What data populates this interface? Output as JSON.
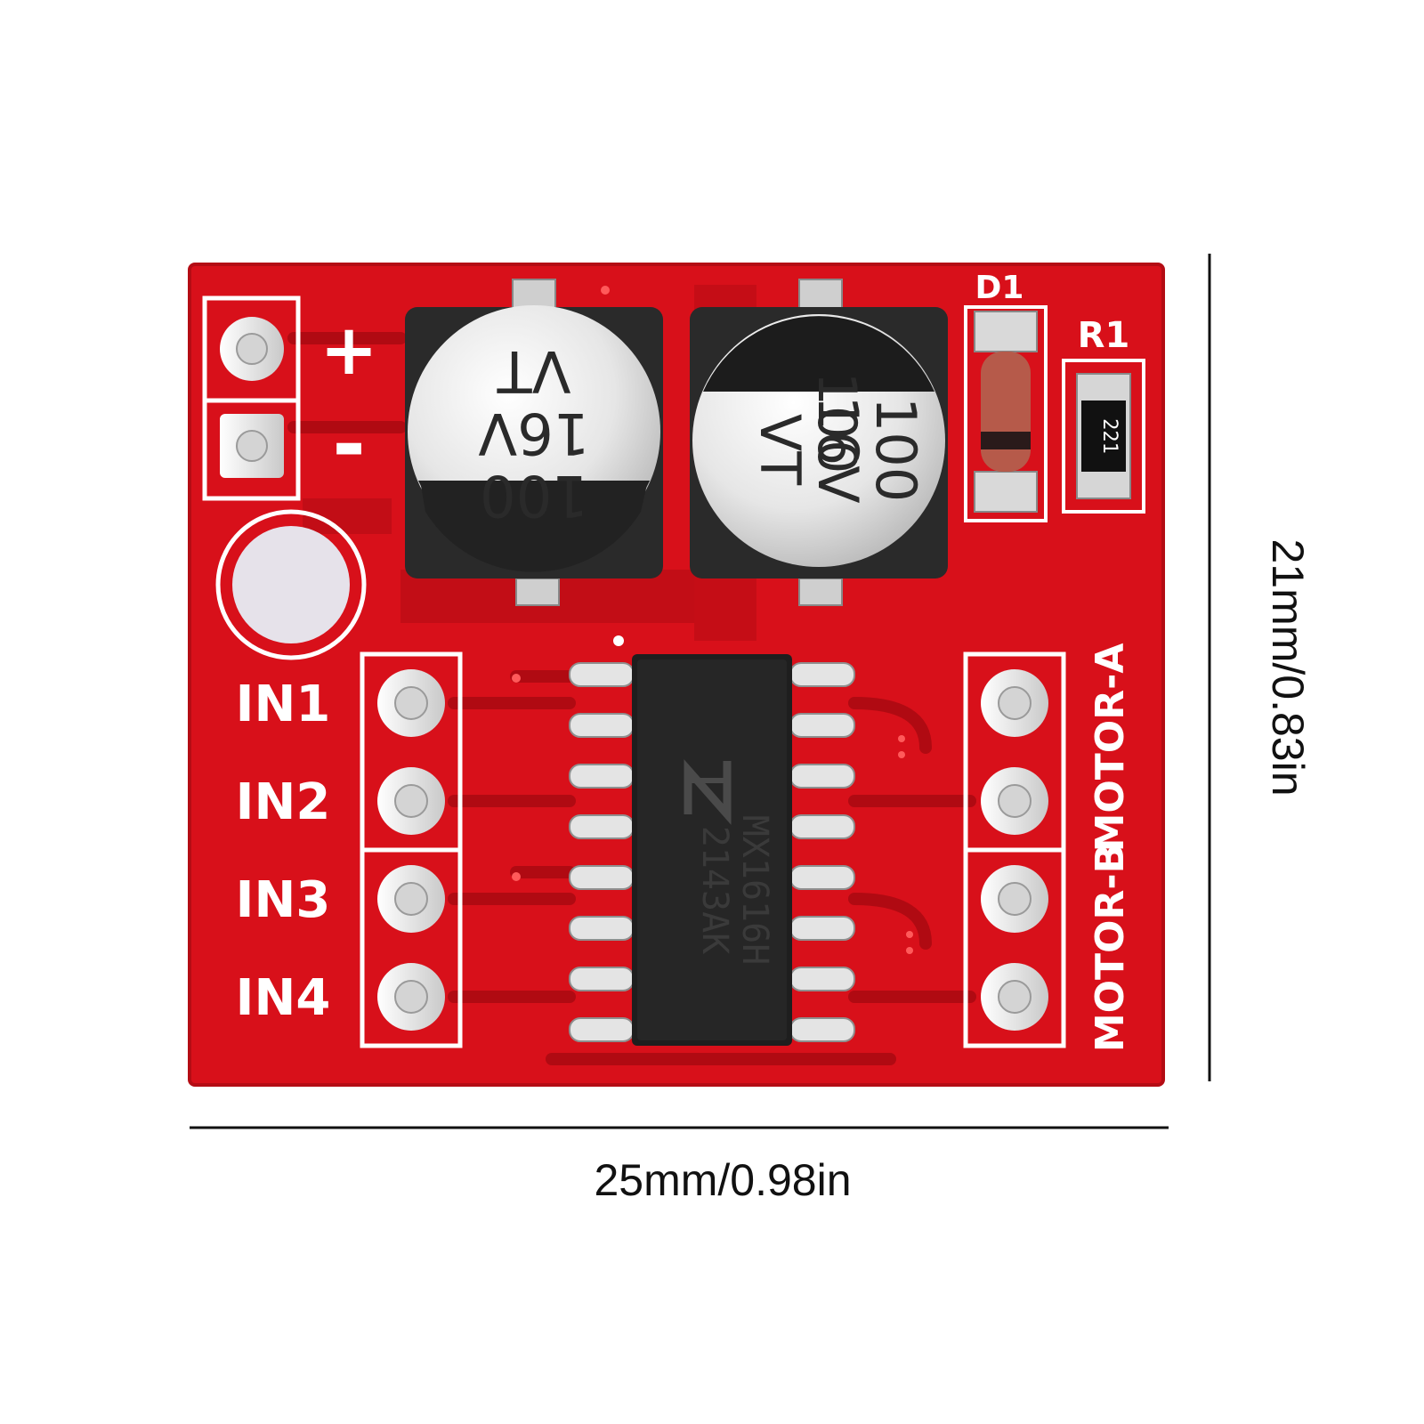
{
  "dimensions": {
    "width_label": "25mm/0.98in",
    "height_label": "21mm/0.83in"
  },
  "board": {
    "color": "#d8101a",
    "silkscreen_color": "#ffffff",
    "power_plus": "+",
    "power_minus": "-",
    "inputs": [
      "IN1",
      "IN2",
      "IN3",
      "IN4"
    ],
    "motor_a": "MOTOR-A",
    "motor_b": "MOTOR-B",
    "diode_label": "D1",
    "resistor_label": "R1",
    "resistor_code": "221"
  },
  "capacitors": [
    {
      "value": "100",
      "voltage": "16V",
      "series": "VT"
    },
    {
      "value": "100",
      "voltage": "16V",
      "series": "VT"
    }
  ],
  "chip": {
    "part": "MX1616H",
    "date_code": "2143AK",
    "logo_icon": "zh-logo-icon"
  }
}
